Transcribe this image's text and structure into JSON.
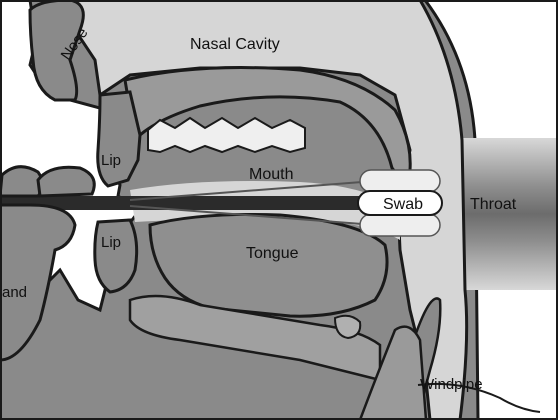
{
  "labels": {
    "nose": "Nose",
    "nasal_cavity": "Nasal Cavity",
    "lip_upper": "Lip",
    "mouth": "Mouth",
    "swab": "Swab",
    "throat": "Throat",
    "lip_lower": "Lip",
    "tongue": "Tongue",
    "hand": "and",
    "windpipe": "Windpipe"
  },
  "colors": {
    "background": "#ffffff",
    "outline": "#1a1a1a",
    "tissue_dark": "#8a8a8a",
    "tissue_mid": "#a9a9a9",
    "cavity_light": "#d6d6d6",
    "throat_shade": "#6e6e6e",
    "swab_tip": "#ffffff",
    "swab_shaft": "#2b2b2b",
    "teeth": "#efefef"
  }
}
